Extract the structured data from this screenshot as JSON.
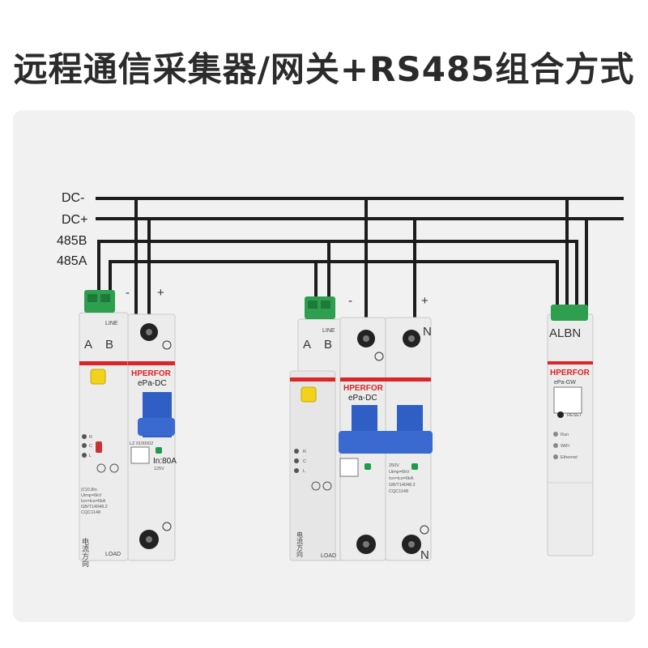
{
  "title": "远程通信采集器/网关+RS485组合方式",
  "bus": [
    "DC-",
    "DC+",
    "485B",
    "485A"
  ],
  "breaker1": {
    "line": "LINE",
    "a": "A",
    "b": "B",
    "minus": "-",
    "plus": "+",
    "brand": "HPERFOR",
    "model": "ePa-DC",
    "rating": "In:80A",
    "voltage": "125V",
    "ind_r": "R",
    "ind_c": "C",
    "ind_l": "L",
    "serial": "LZ 0100002",
    "dir_text": "电流方向",
    "load": "LOAD",
    "spec1": "(C)0.8In",
    "spec2": "Uimp=6kV",
    "spec3": "Icn=Ics=6kA",
    "spec4": "GB/T14048.2",
    "spec5": "CQC1148"
  },
  "breaker2": {
    "line": "LINE",
    "a": "A",
    "b": "B",
    "minus": "-",
    "plus": "+",
    "n_top": "N",
    "n_bot": "N",
    "brand": "HPERFOR",
    "model": "ePa-DC",
    "ind_r": "R",
    "ind_c": "C",
    "ind_l": "L",
    "dir_text": "电流方向",
    "load": "LOAD",
    "spec1": "250V",
    "spec2": "Uimp=6kV",
    "spec3": "Icn=Ics=6kA",
    "spec4": "GB/T14048.2",
    "spec5": "CQC1148"
  },
  "gateway": {
    "pins": "ALBN",
    "brand": "HPERFOR",
    "model": "ePa-GW",
    "reset": "RESET",
    "led1": "Run",
    "led2": "WiFi",
    "led3": "Ethernet"
  },
  "colors": {
    "wire": "#1c1c1c",
    "terminal": "#2e9e4f",
    "handle": "#2f5fc4",
    "brand_red": "#d8262b",
    "panel_bg": "#f1f1f1",
    "device_body": "#ececec"
  }
}
